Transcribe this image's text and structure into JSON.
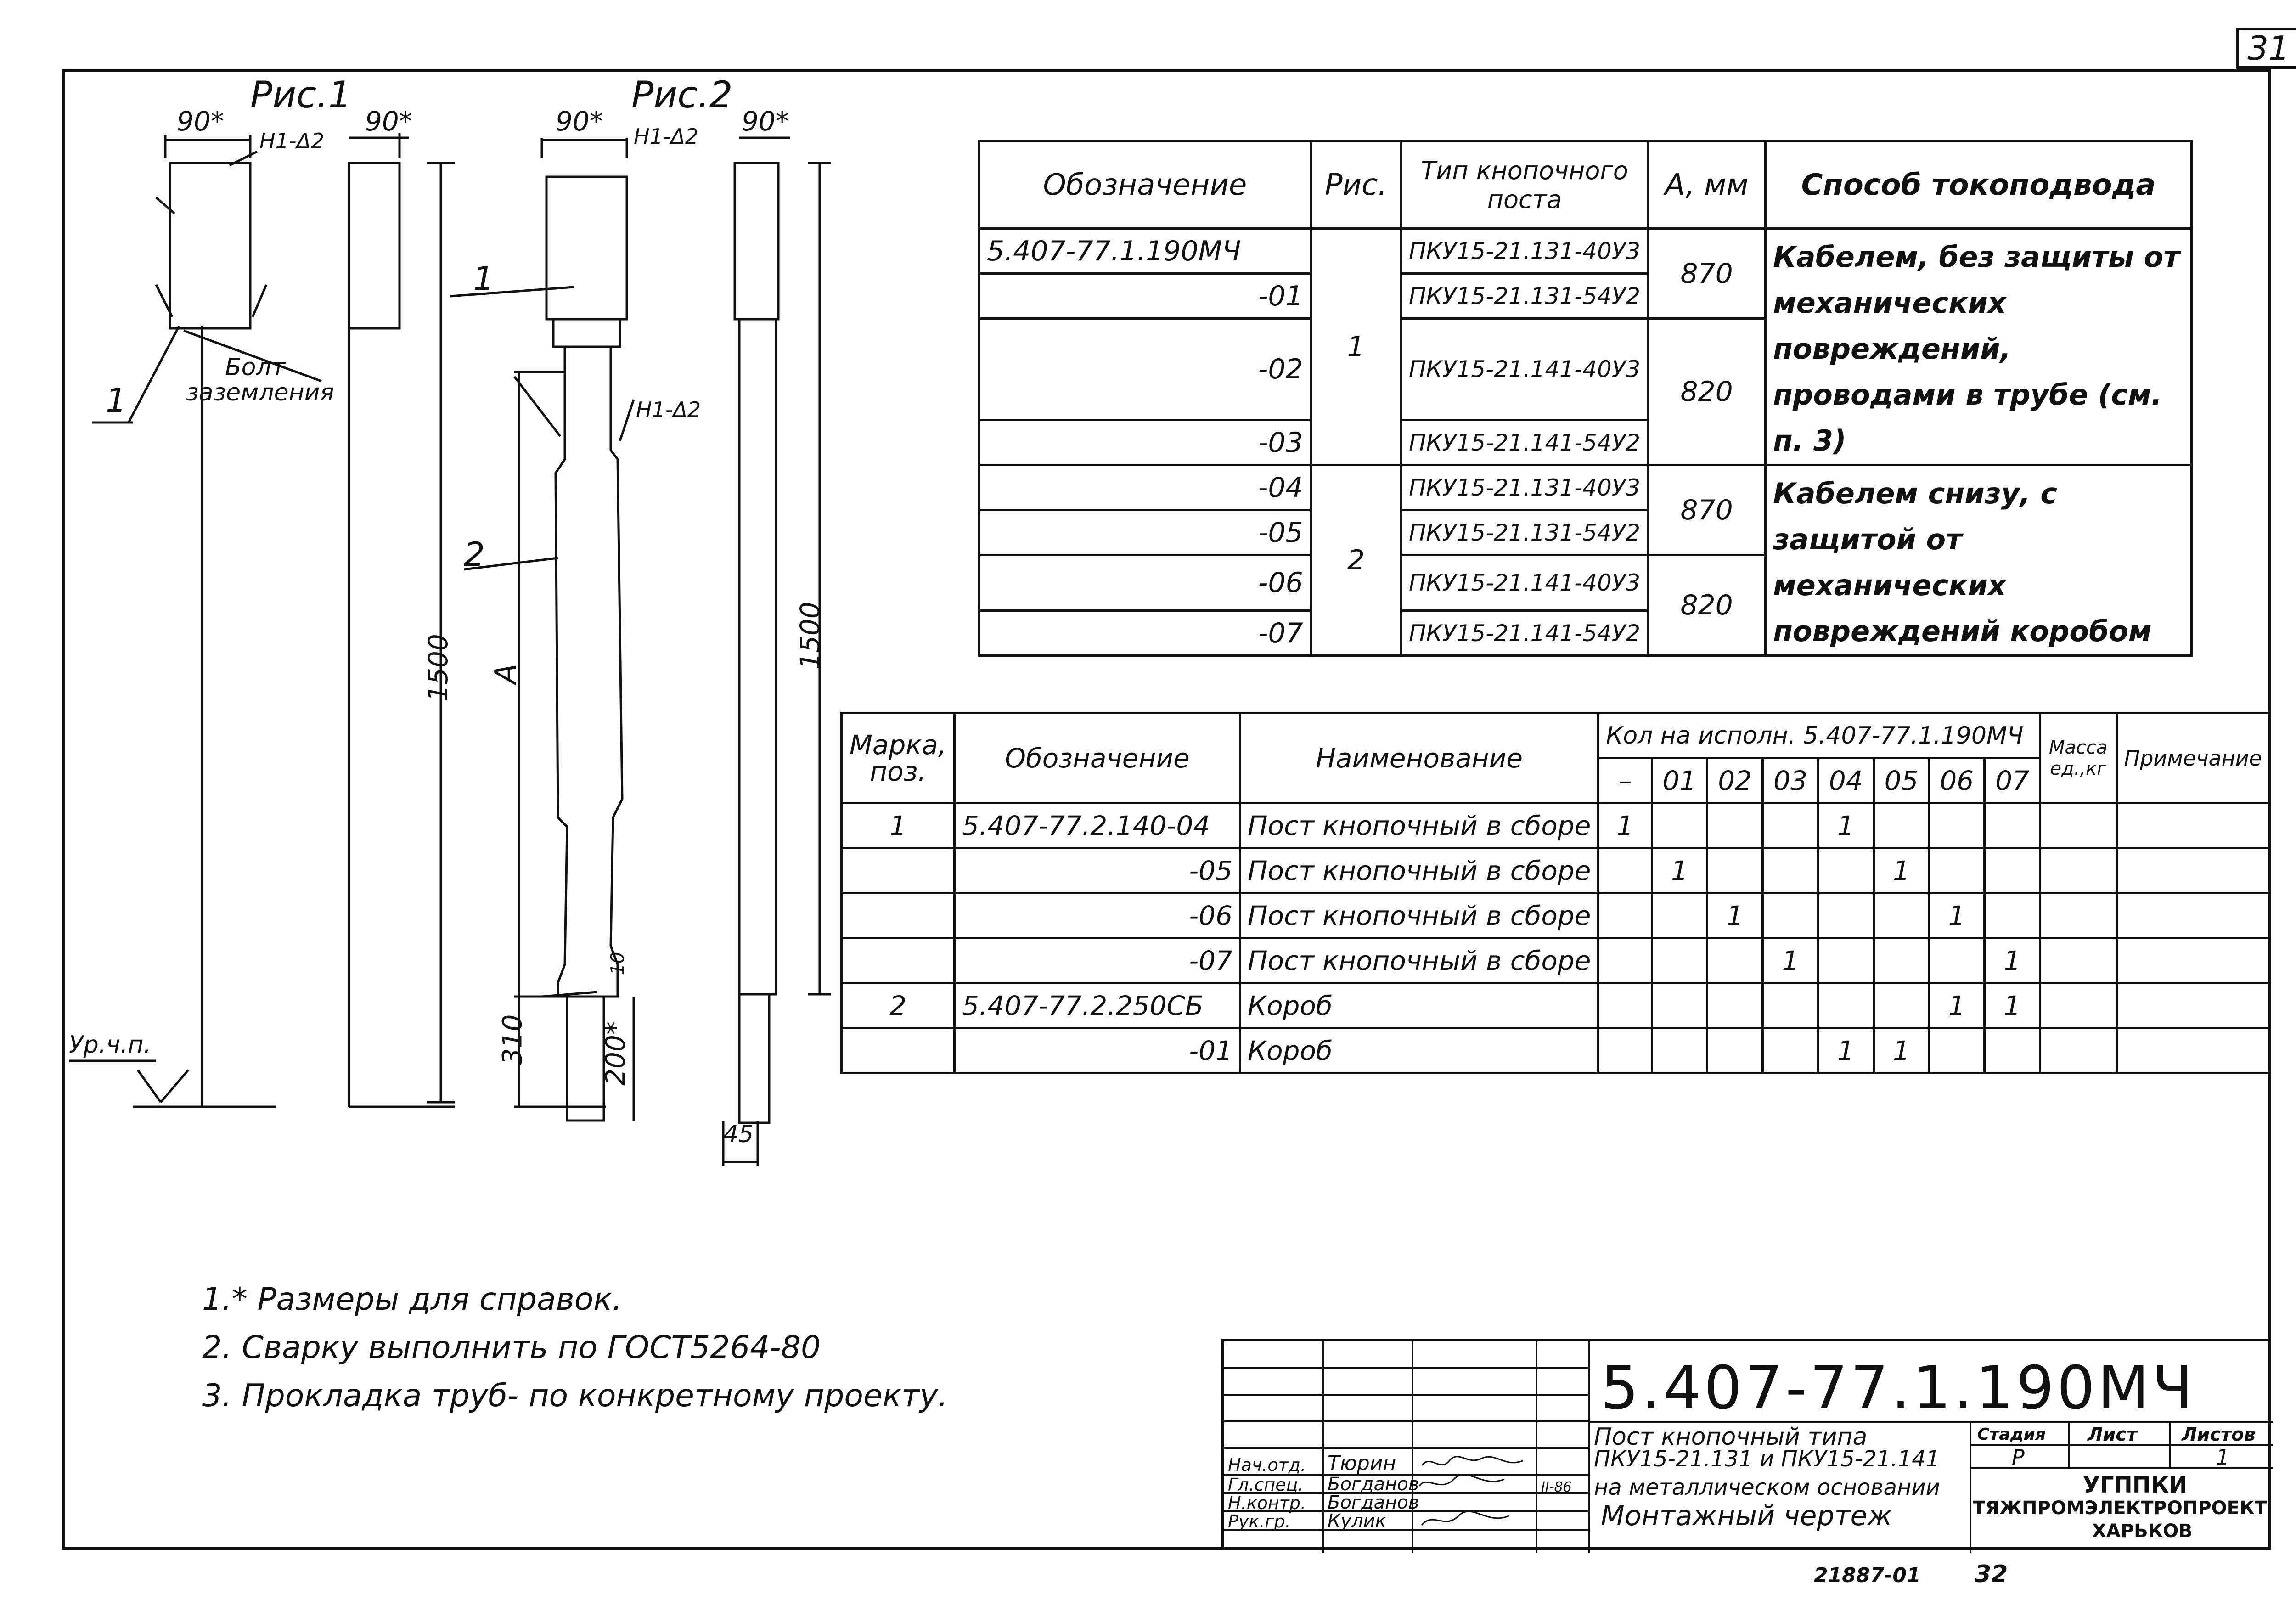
{
  "sheet_number": "31",
  "figures": {
    "fig1_title": "Рис.1",
    "fig2_title": "Рис.2",
    "dim_90": "90*",
    "weld_mark": "H1-Δ2",
    "callout_1": "1",
    "callout_2": "2",
    "bolt_label_line1": "Болт",
    "bolt_label_line2": "заземления",
    "dim_1500": "1500",
    "dim_A": "A",
    "dim_310": "310",
    "dim_200": "200*",
    "dim_10": "10",
    "dim_45": "45",
    "level_mark": "Ур.ч.п."
  },
  "table_variants": {
    "headers": [
      "Обозначение",
      "Рис.",
      "Тип кнопочного поста",
      "A, мм",
      "Способ токоподвода"
    ],
    "rows": [
      {
        "designation": "5.407-77.1.190МЧ",
        "type": "ПКУ15-21.131-40У3"
      },
      {
        "designation": "-01",
        "type": "ПКУ15-21.131-54У2"
      },
      {
        "designation": "-02",
        "type": "ПКУ15-21.141-40У3"
      },
      {
        "designation": "-03",
        "type": "ПКУ15-21.141-54У2"
      },
      {
        "designation": "-04",
        "type": "ПКУ15-21.131-40У3"
      },
      {
        "designation": "-05",
        "type": "ПКУ15-21.131-54У2"
      },
      {
        "designation": "-06",
        "type": "ПКУ15-21.141-40У3"
      },
      {
        "designation": "-07",
        "type": "ПКУ15-21.141-54У2"
      }
    ],
    "fig_groups": [
      "1",
      "2"
    ],
    "a_values": [
      "870",
      "820",
      "870",
      "820"
    ],
    "method_1": "Кабелем, без защиты от механических повреждений, проводами в трубе (см. п. 3)",
    "method_2": "Кабелем снизу, с защитой от механических повреждений коробом"
  },
  "table_spec": {
    "h_mark": "Марка, поз.",
    "h_designation": "Обозначение",
    "h_name": "Наименование",
    "h_qty": "Кол на исполн. 5.407-77.1.190МЧ",
    "h_mass": "Масса ед.,кг",
    "h_note": "Примечание",
    "variant_cols": [
      "–",
      "01",
      "02",
      "03",
      "04",
      "05",
      "06",
      "07"
    ],
    "rows": [
      {
        "mark": "1",
        "designation": "5.407-77.2.140-04",
        "name": "Пост кнопочный в сборе",
        "qty": [
          "1",
          "",
          "",
          "",
          "1",
          "",
          "",
          ""
        ]
      },
      {
        "mark": "",
        "designation": "-05",
        "name": "Пост кнопочный в сборе",
        "qty": [
          "",
          "1",
          "",
          "",
          "",
          "1",
          "",
          ""
        ]
      },
      {
        "mark": "",
        "designation": "-06",
        "name": "Пост кнопочный в сборе",
        "qty": [
          "",
          "",
          "1",
          "",
          "",
          "",
          "1",
          ""
        ]
      },
      {
        "mark": "",
        "designation": "-07",
        "name": "Пост кнопочный в сборе",
        "qty": [
          "",
          "",
          "",
          "1",
          "",
          "",
          "",
          "1"
        ]
      },
      {
        "mark": "2",
        "designation": "5.407-77.2.250СБ",
        "name": "Короб",
        "qty": [
          "",
          "",
          "",
          "",
          "",
          "",
          "1",
          "1"
        ]
      },
      {
        "mark": "",
        "designation": "-01",
        "name": "Короб",
        "qty": [
          "",
          "",
          "",
          "",
          "1",
          "1",
          "",
          ""
        ]
      }
    ]
  },
  "notes": [
    "1.* Размеры для справок.",
    "2. Сварку выполнить по ГОСТ5264-80",
    "3. Прокладка труб- по конкретному проекту."
  ],
  "title_block": {
    "code": "5.407-77.1.190МЧ",
    "desc_line1": "Пост кнопочный типа",
    "desc_line2": "ПКУ15-21.131 и ПКУ15-21.141",
    "desc_line3": "на металлическом основании",
    "desc_line4": "Монтажный чертеж",
    "h_stage": "Стадия",
    "h_sheet": "Лист",
    "h_sheets": "Листов",
    "stage": "Р",
    "sheet": "",
    "sheets": "1",
    "org_line1": "УГППКИ",
    "org_line2": "ТЯЖПРОМЭЛЕКТРОПРОЕКТ",
    "org_line3": "ХАРЬКОВ",
    "roles": [
      "Нач.отд.",
      "Гл.спец.",
      "Н.контр.",
      "Рук.гр."
    ],
    "names": [
      "Тюрин",
      "Богданов",
      "Богданов",
      "Кулик"
    ],
    "date": "II-86"
  },
  "footer_code": "21887-01",
  "footer_page": "32"
}
